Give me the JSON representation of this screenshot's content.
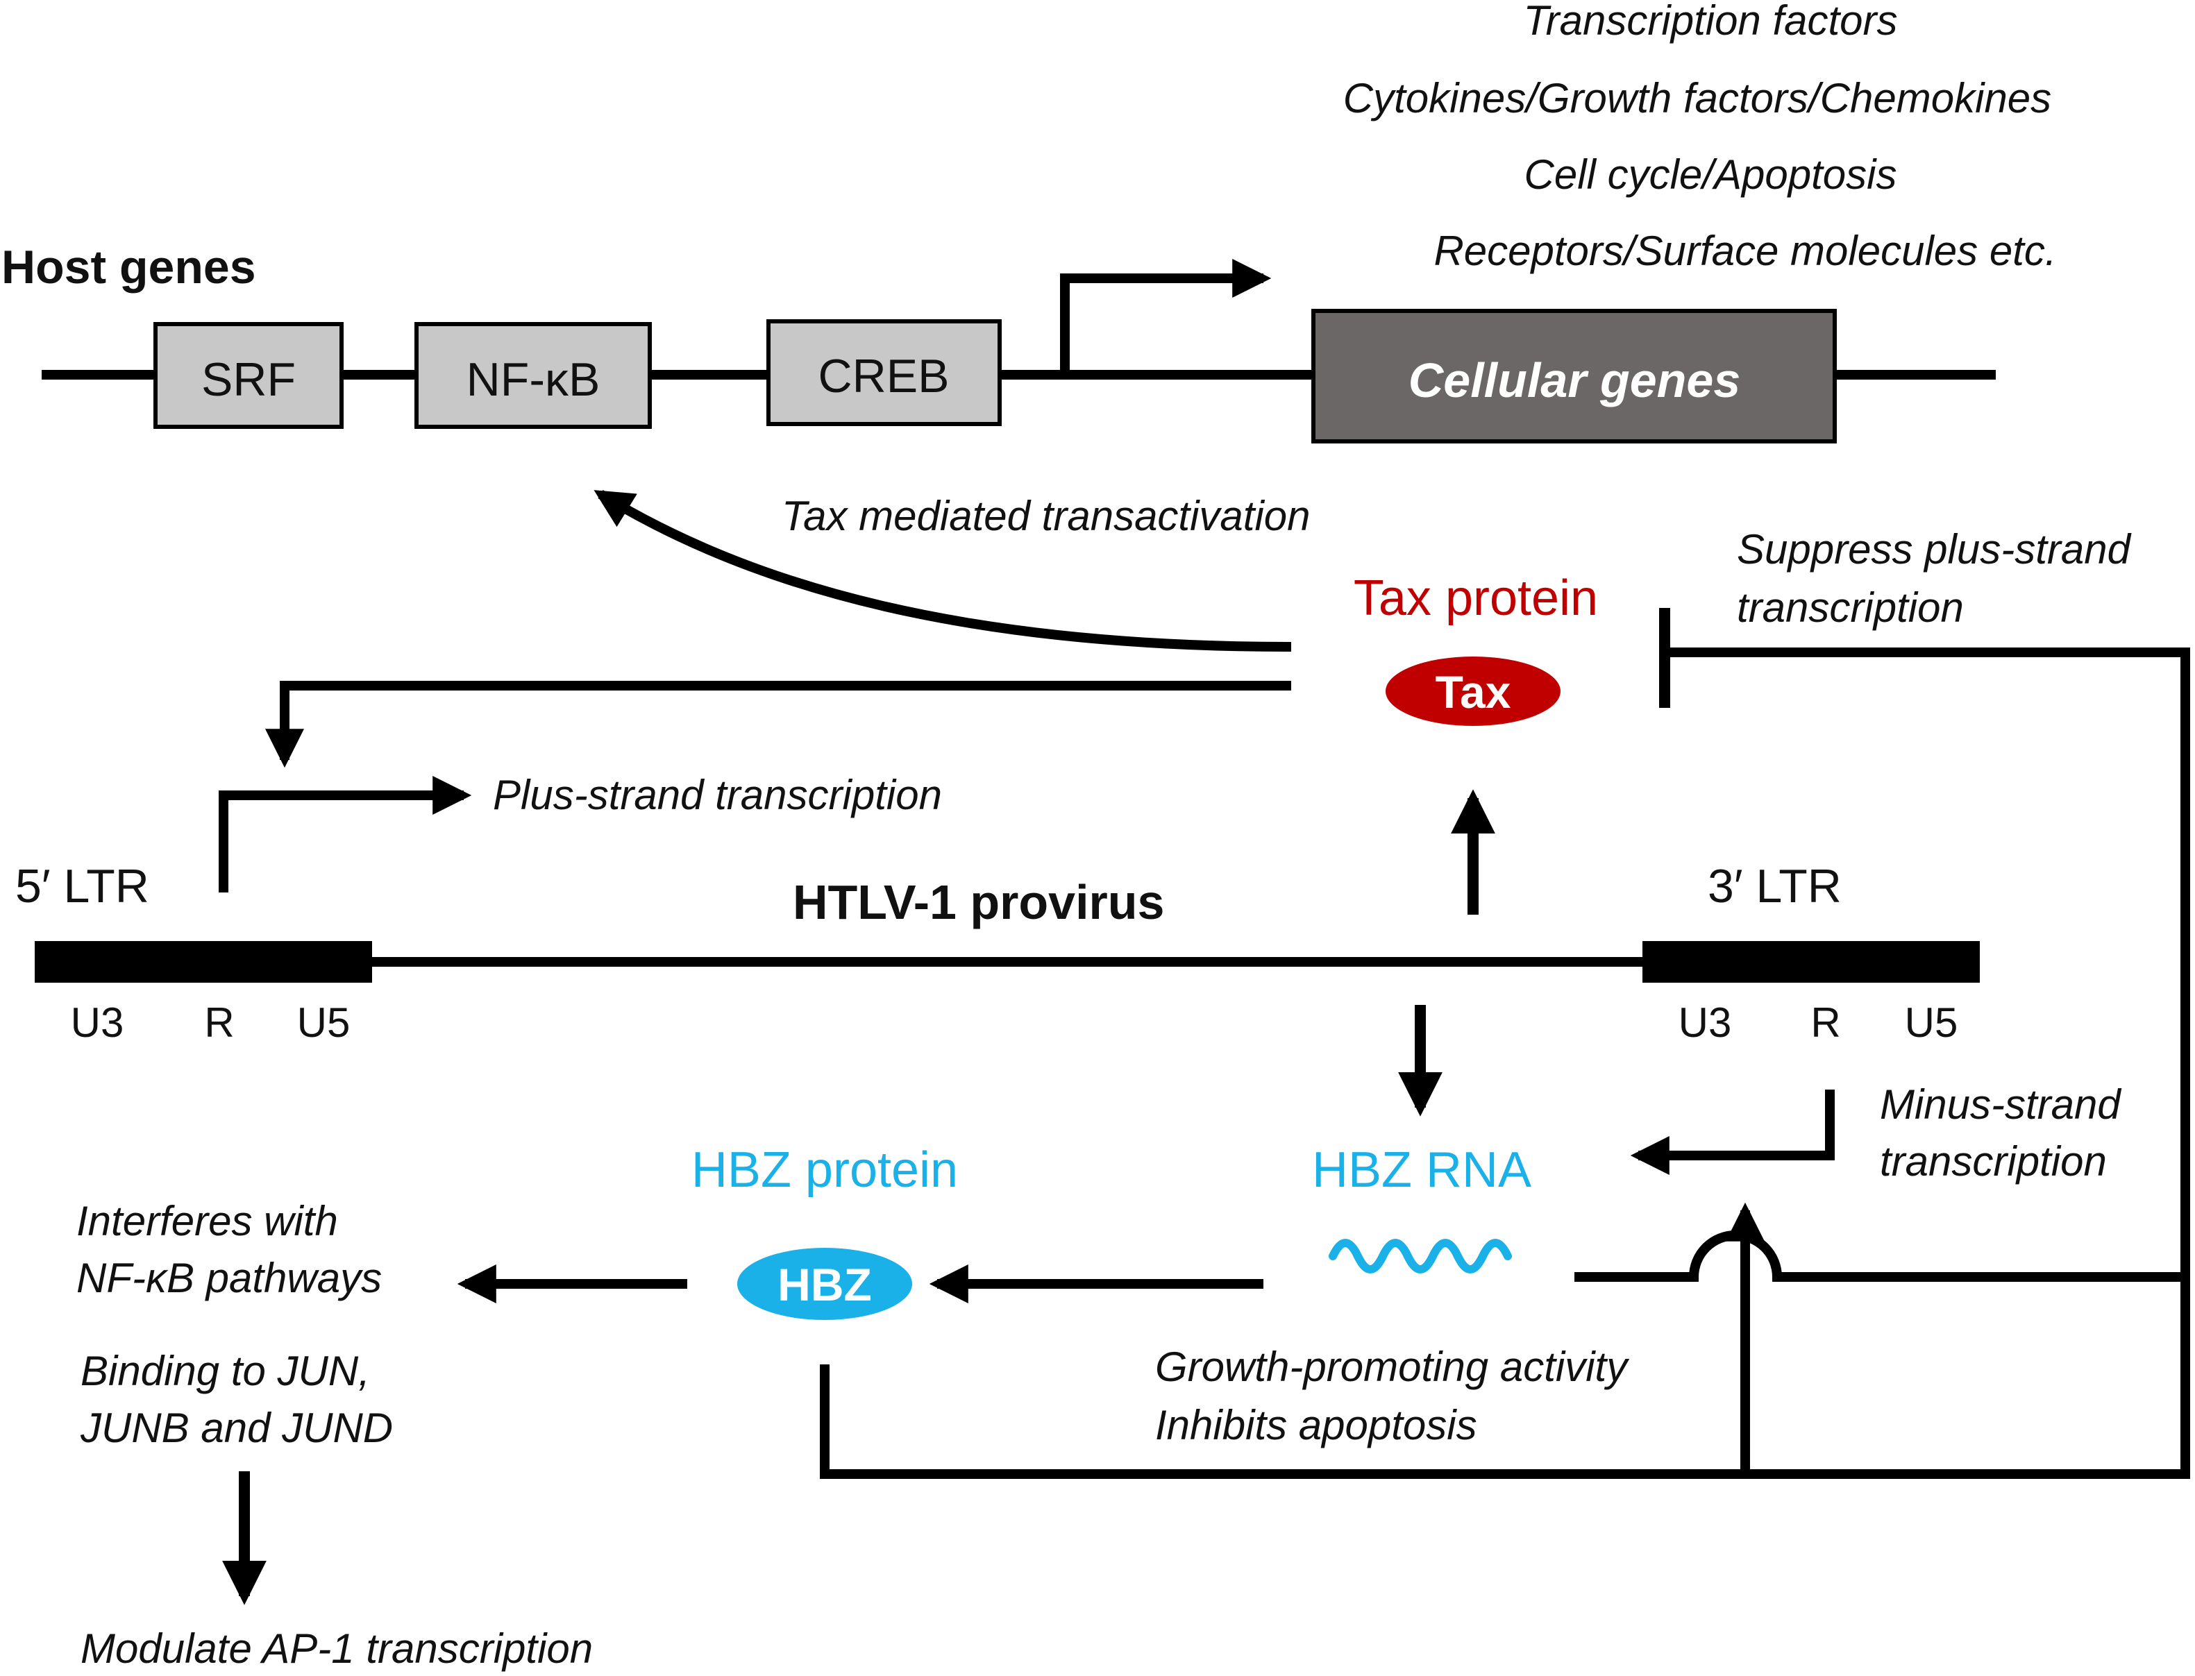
{
  "host": {
    "title": "Host genes",
    "boxes": {
      "srf": "SRF",
      "nfkb": "NF-κB",
      "creb": "CREB"
    },
    "cellular_genes": "Cellular genes",
    "targets": [
      "Transcription factors",
      "Cytokines/Growth factors/Chemokines",
      "Cell cycle/Apoptosis",
      "Receptors/Surface molecules etc."
    ]
  },
  "tax": {
    "transactivation": "Tax mediated transactivation",
    "protein_label": "Tax protein",
    "ellipse_label": "Tax",
    "suppress": [
      "Suppress plus-strand",
      "transcription"
    ]
  },
  "provirus": {
    "plus_strand": "Plus-strand transcription",
    "ltr5": "5′ LTR",
    "title": "HTLV-1 provirus",
    "ltr3": "3′ LTR",
    "regions": [
      "U3",
      "R",
      "U5"
    ]
  },
  "hbz": {
    "minus_strand": [
      "Minus-strand",
      "transcription"
    ],
    "protein_label": "HBZ protein",
    "rna_label": "HBZ RNA",
    "ellipse_label": "HBZ",
    "rna_effects": [
      "Growth-promoting activity",
      "Inhibits apoptosis"
    ],
    "protein_effects": [
      "Interferes with",
      "NF-κB pathways",
      "Binding to JUN,",
      "JUNB and JUND"
    ],
    "ap1": "Modulate AP-1 transcription"
  },
  "colors": {
    "tax_red": "#c00000",
    "hbz_blue": "#1ab0e8",
    "box_grey": "#c8c8c8",
    "cellular_box": "#6b6767"
  }
}
